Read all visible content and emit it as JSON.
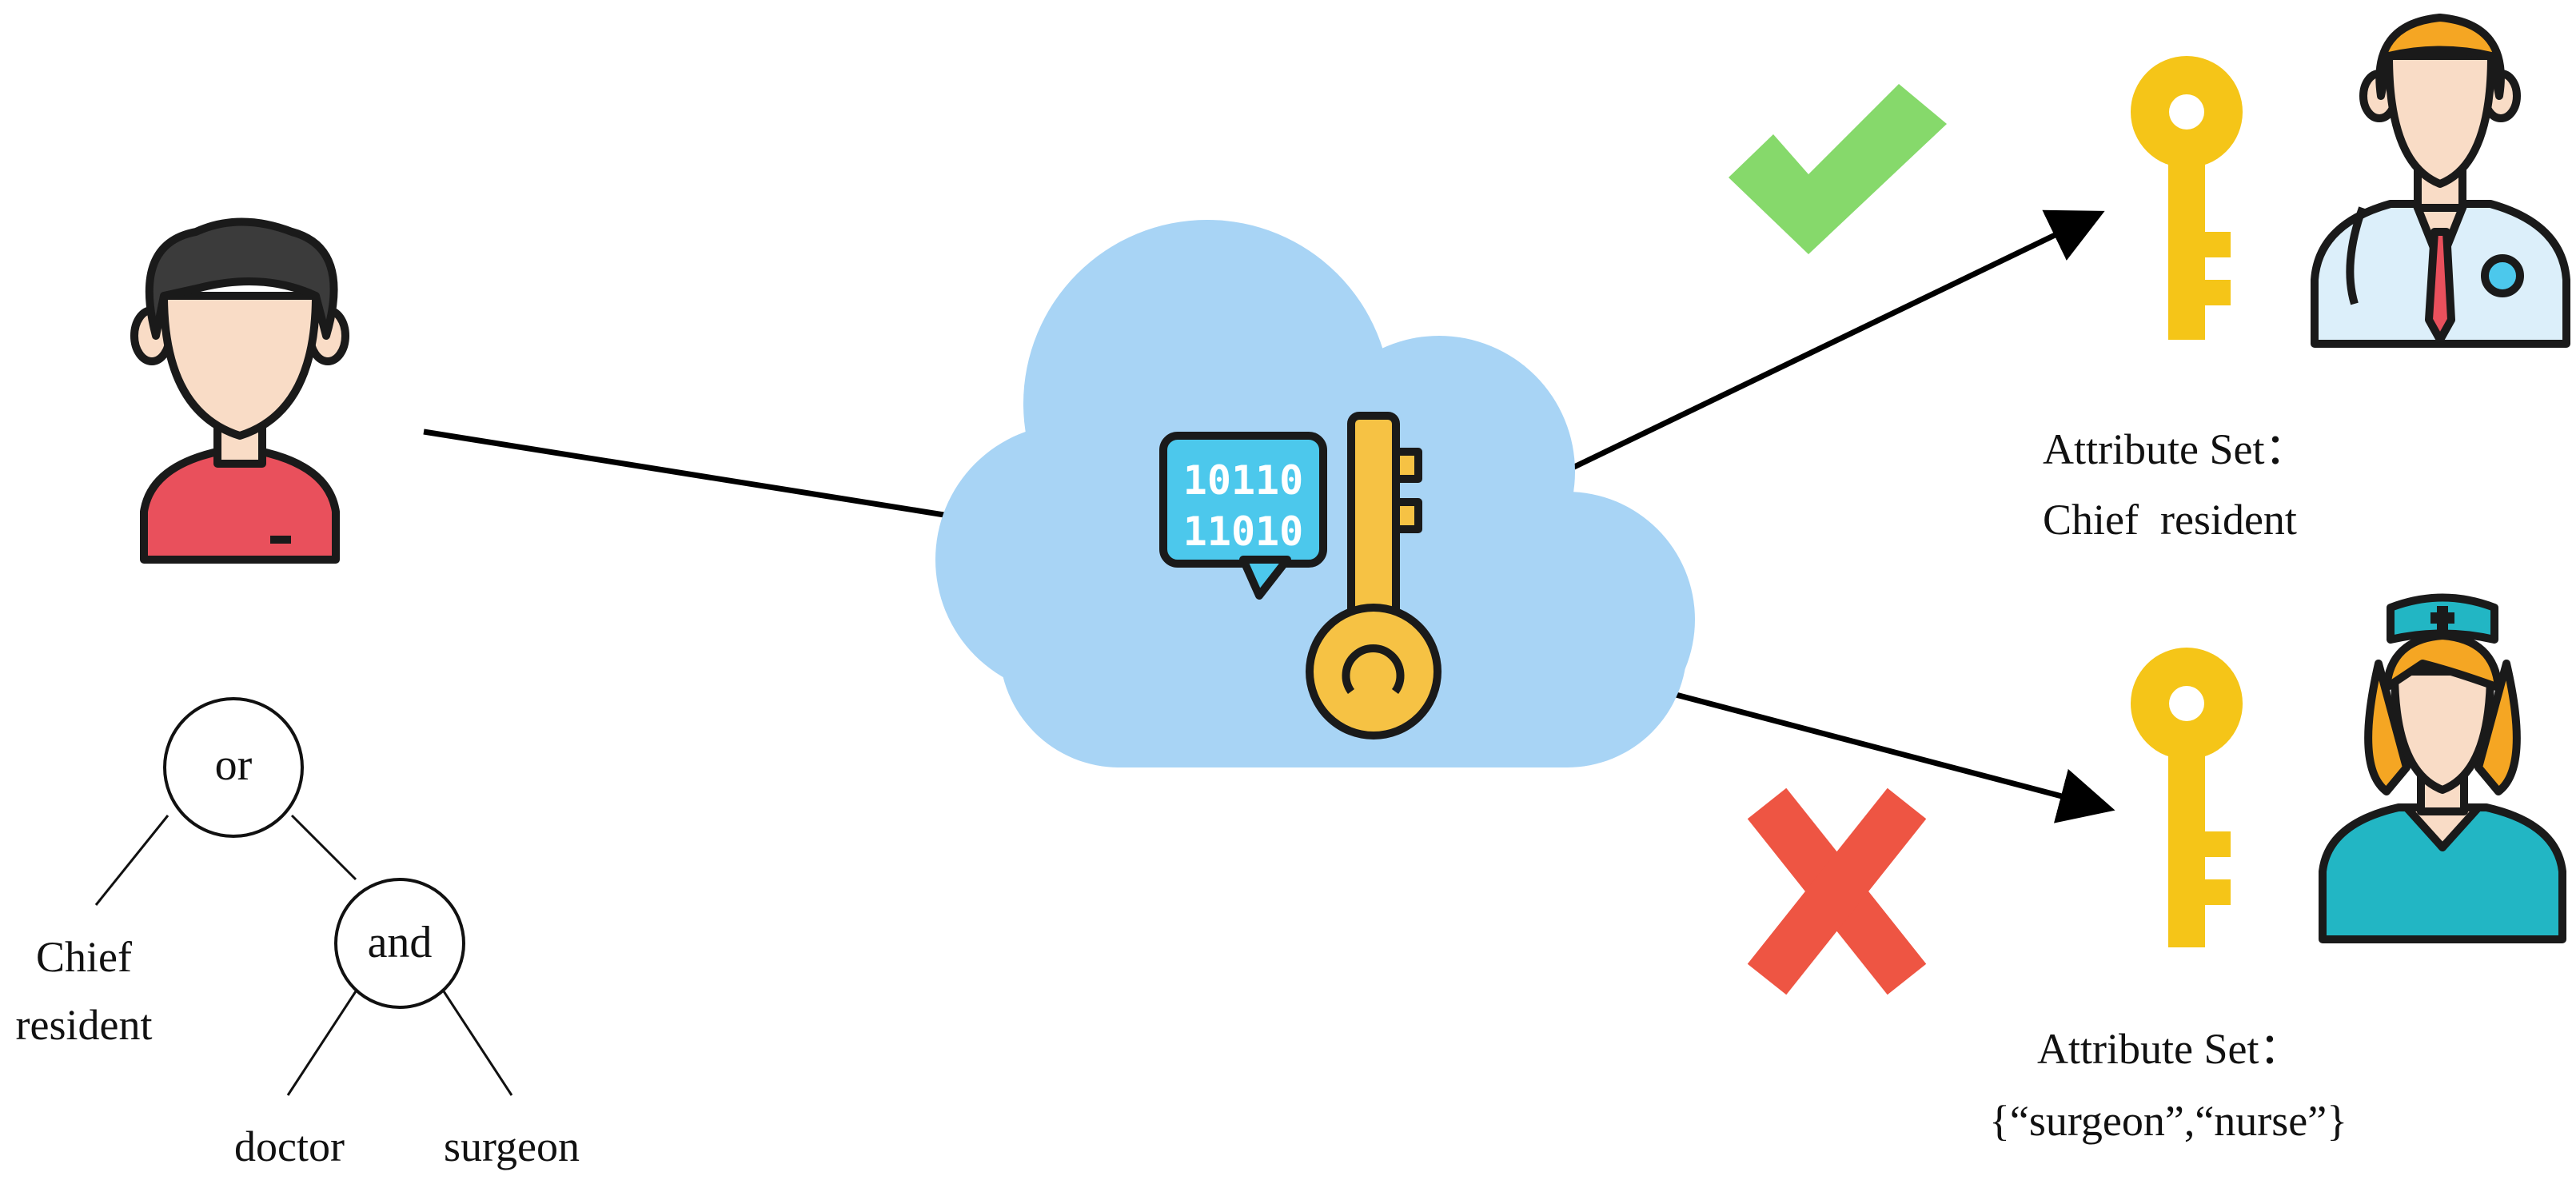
{
  "policy_tree": {
    "root": "or",
    "and_node": "and",
    "leaf_chief_line1": "Chief",
    "leaf_chief_line2": "resident",
    "leaf_doctor": "doctor",
    "leaf_surgeon": "surgeon"
  },
  "cloud": {
    "binary_line1": "10110",
    "binary_line2": "11010"
  },
  "recipient_doctor": {
    "attr_title": "Attribute Set：",
    "attr_value": "Chief  resident",
    "status": "granted"
  },
  "recipient_nurse": {
    "attr_title": "Attribute Set：",
    "attr_value": "{“surgeon”,“nurse”}",
    "status": "denied"
  },
  "icons": {
    "sender": "user-avatar-icon",
    "cloud": "cloud-icon",
    "data": "binary-data-bubble-icon",
    "cloud_key": "key-icon",
    "check": "check-mark-icon",
    "cross": "cross-mark-icon",
    "doctor": "doctor-avatar-icon",
    "nurse": "nurse-avatar-icon"
  },
  "colors": {
    "cloud": "#A8D4F5",
    "key_gold": "#F5C518",
    "key_orange": "#F6C244",
    "check_green": "#86D96B",
    "cross_red": "#EE5543",
    "sender_shirt": "#E9505C",
    "nurse_uniform": "#22B6C4"
  }
}
